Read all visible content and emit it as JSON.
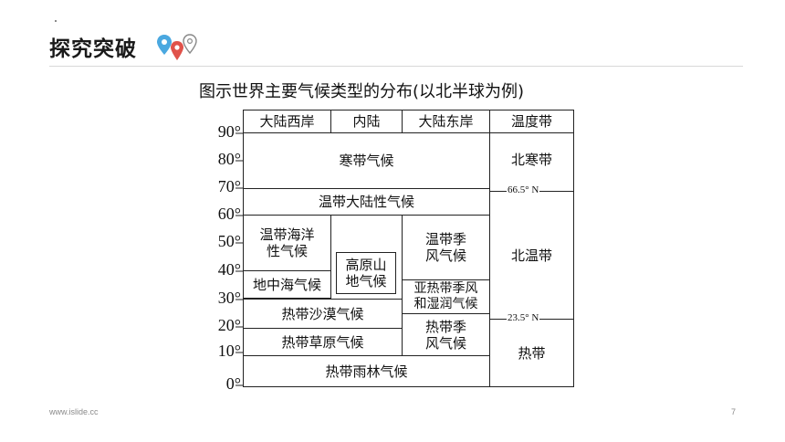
{
  "header": {
    "title": "探究突破"
  },
  "figure": {
    "title": "图示世界主要气候类型的分布(以北半球为例)",
    "columns": [
      "大陆西岸",
      "内陆",
      "大陆东岸",
      "温度带"
    ],
    "latitudes": [
      "90°",
      "80°",
      "70°",
      "60°",
      "50°",
      "40°",
      "30°",
      "20°",
      "10°",
      "0°"
    ],
    "climates": {
      "frigid": "寒带气候",
      "continental": "温带大陆性气候",
      "temperate_maritime": "温带海洋\n性气候",
      "mediterranean": "地中海气候",
      "highland": "高原山\n地气候",
      "temperate_monsoon": "温带季\n风气候",
      "subtropical_monsoon": "亚热带季风\n和湿润气候",
      "tropical_desert": "热带沙漠气候",
      "tropical_monsoon": "热带季\n风气候",
      "tropical_savanna": "热带草原气候",
      "tropical_rainforest": "热带雨林气候"
    },
    "zones": {
      "north_frigid": "北寒带",
      "north_temperate": "北温带",
      "tropical": "热带"
    },
    "boundaries": {
      "arctic_circle": "66.5° N",
      "tropic": "23.5° N"
    }
  },
  "footer": {
    "site": "www.islide.cc",
    "page": "7"
  }
}
